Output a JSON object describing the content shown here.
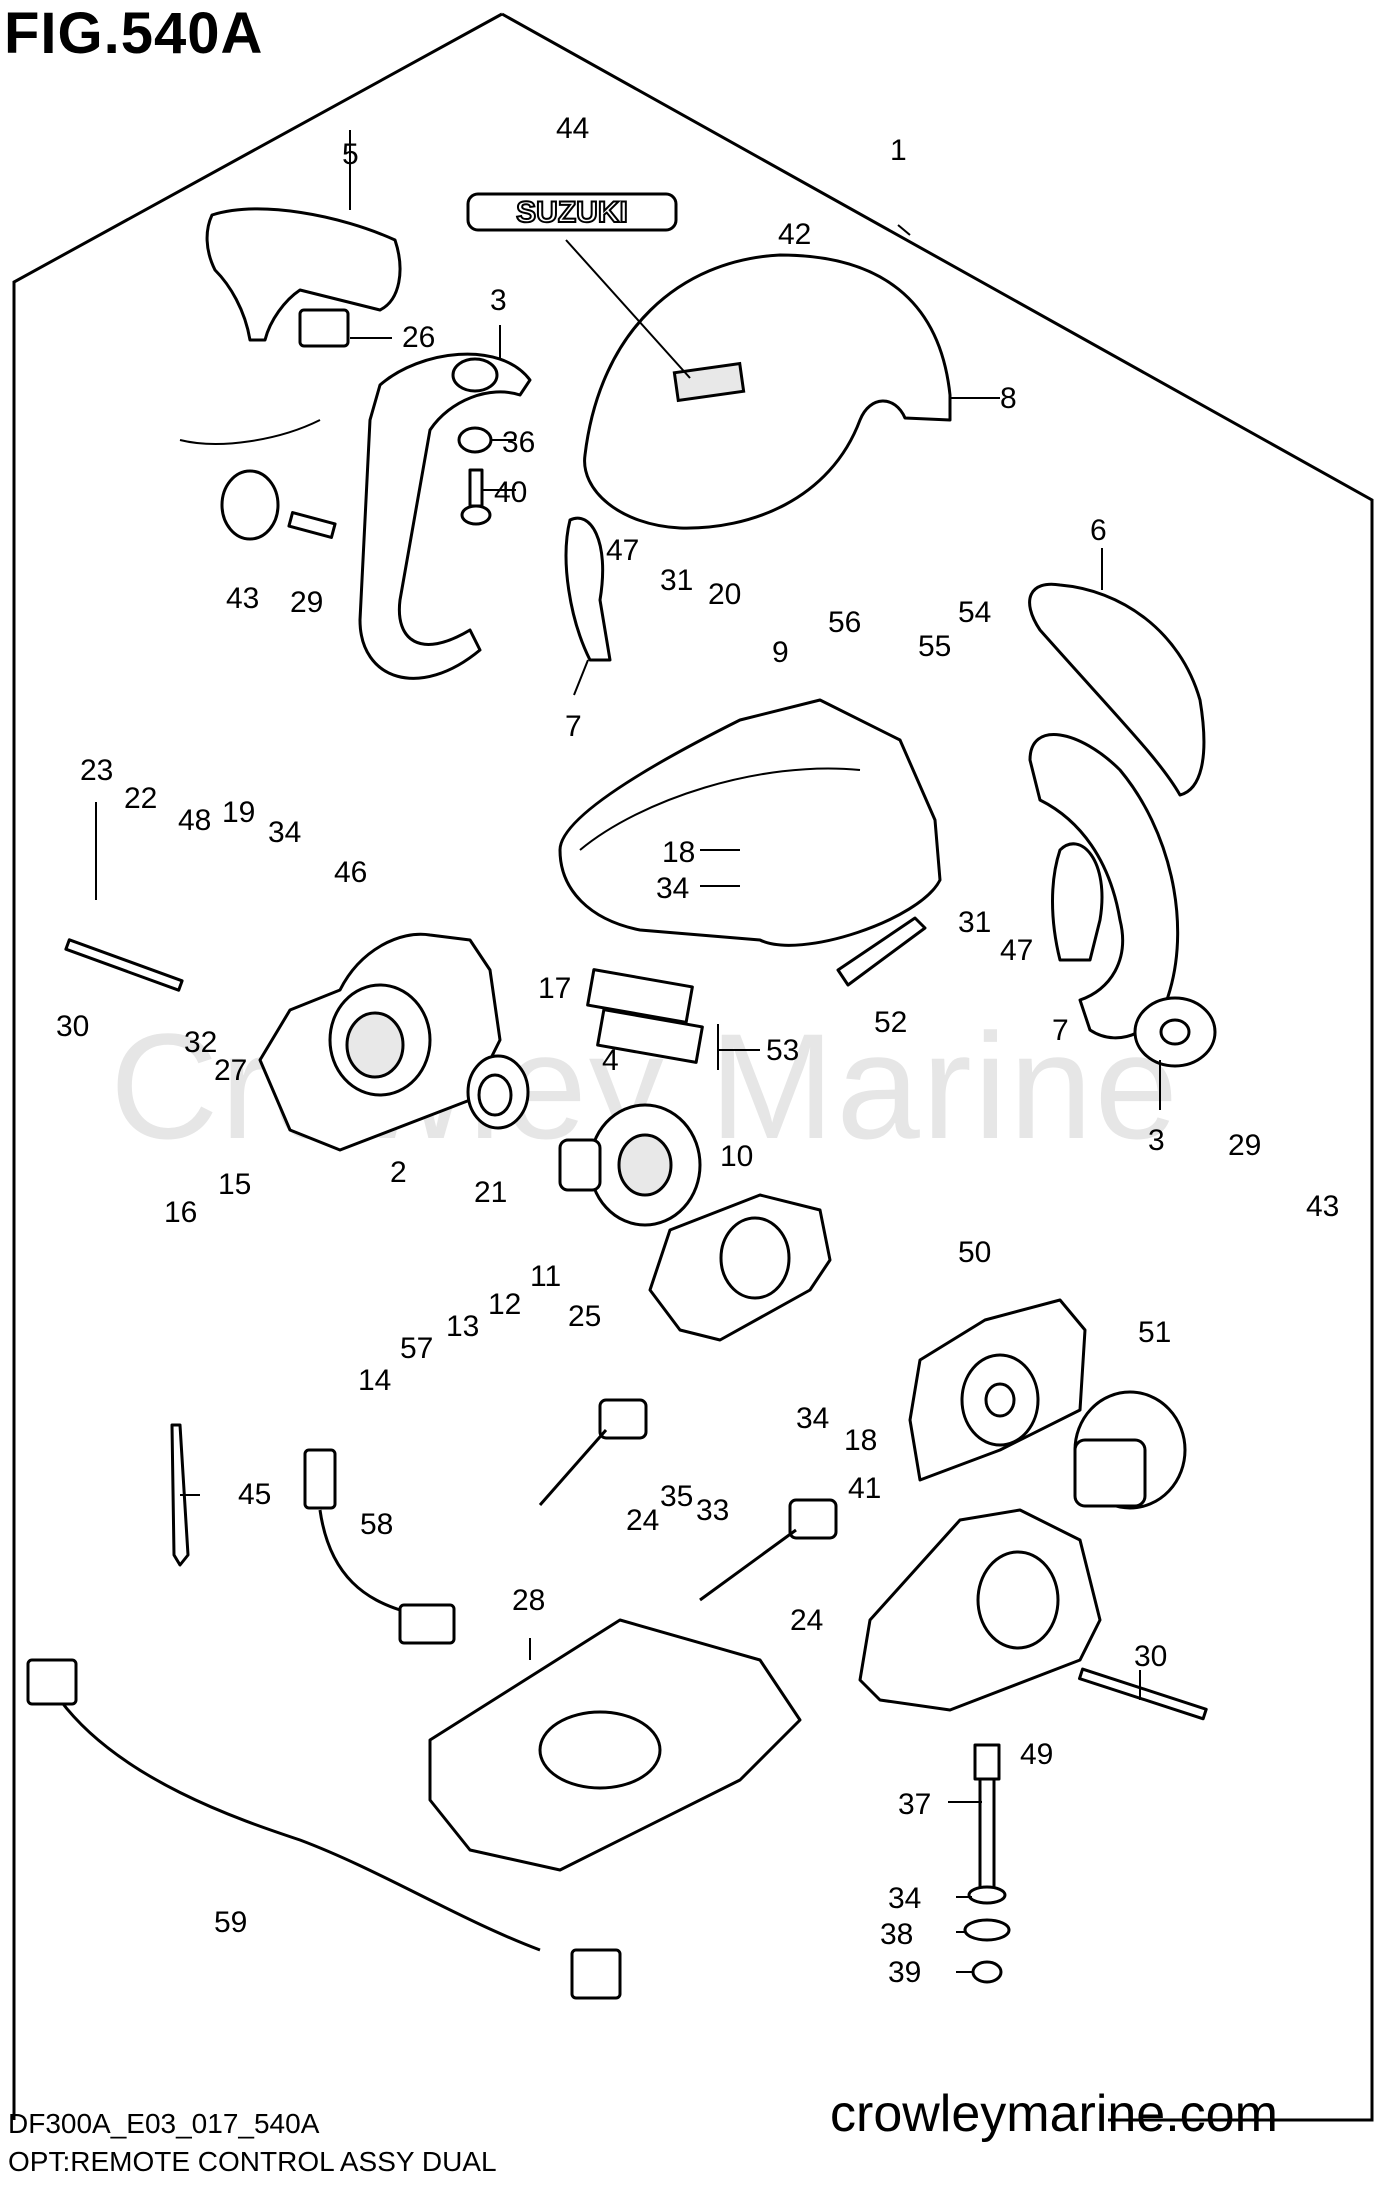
{
  "figure": {
    "title": "FIG.540A",
    "model_code": "DF300A_E03_017_540A",
    "description": "OPT:REMOTE CONTROL ASSY DUAL",
    "website": "crowleymarine.com",
    "watermark": "Crowley Marine",
    "badge_text": "SUZUKI"
  },
  "part_numbers": [
    {
      "id": "p1",
      "label": "1"
    },
    {
      "id": "p44",
      "label": "44"
    },
    {
      "id": "p5",
      "label": "5"
    },
    {
      "id": "p42",
      "label": "42"
    },
    {
      "id": "p26",
      "label": "26"
    },
    {
      "id": "p3a",
      "label": "3"
    },
    {
      "id": "p8",
      "label": "8"
    },
    {
      "id": "p36",
      "label": "36"
    },
    {
      "id": "p40",
      "label": "40"
    },
    {
      "id": "p43a",
      "label": "43"
    },
    {
      "id": "p29a",
      "label": "29"
    },
    {
      "id": "p6",
      "label": "6"
    },
    {
      "id": "p47a",
      "label": "47"
    },
    {
      "id": "p31a",
      "label": "31"
    },
    {
      "id": "p20",
      "label": "20"
    },
    {
      "id": "p56",
      "label": "56"
    },
    {
      "id": "p54",
      "label": "54"
    },
    {
      "id": "p55",
      "label": "55"
    },
    {
      "id": "p9",
      "label": "9"
    },
    {
      "id": "p7a",
      "label": "7"
    },
    {
      "id": "p23",
      "label": "23"
    },
    {
      "id": "p22",
      "label": "22"
    },
    {
      "id": "p48",
      "label": "48"
    },
    {
      "id": "p19",
      "label": "19"
    },
    {
      "id": "p34a",
      "label": "34"
    },
    {
      "id": "p46",
      "label": "46"
    },
    {
      "id": "p18a",
      "label": "18"
    },
    {
      "id": "p34b",
      "label": "34"
    },
    {
      "id": "p31b",
      "label": "31"
    },
    {
      "id": "p47b",
      "label": "47"
    },
    {
      "id": "p52",
      "label": "52"
    },
    {
      "id": "p7b",
      "label": "7"
    },
    {
      "id": "p30a",
      "label": "30"
    },
    {
      "id": "p32",
      "label": "32"
    },
    {
      "id": "p27",
      "label": "27"
    },
    {
      "id": "p17",
      "label": "17"
    },
    {
      "id": "p53",
      "label": "53"
    },
    {
      "id": "p4",
      "label": "4"
    },
    {
      "id": "p3b",
      "label": "3"
    },
    {
      "id": "p29b",
      "label": "29"
    },
    {
      "id": "p16",
      "label": "16"
    },
    {
      "id": "p15",
      "label": "15"
    },
    {
      "id": "p2",
      "label": "2"
    },
    {
      "id": "p21",
      "label": "21"
    },
    {
      "id": "p10",
      "label": "10"
    },
    {
      "id": "p43b",
      "label": "43"
    },
    {
      "id": "p11",
      "label": "11"
    },
    {
      "id": "p12",
      "label": "12"
    },
    {
      "id": "p13",
      "label": "13"
    },
    {
      "id": "p57",
      "label": "57"
    },
    {
      "id": "p14",
      "label": "14"
    },
    {
      "id": "p25",
      "label": "25"
    },
    {
      "id": "p50",
      "label": "50"
    },
    {
      "id": "p51",
      "label": "51"
    },
    {
      "id": "p34c",
      "label": "34"
    },
    {
      "id": "p18b",
      "label": "18"
    },
    {
      "id": "p45",
      "label": "45"
    },
    {
      "id": "p35",
      "label": "35"
    },
    {
      "id": "p33",
      "label": "33"
    },
    {
      "id": "p24a",
      "label": "24"
    },
    {
      "id": "p41",
      "label": "41"
    },
    {
      "id": "p58",
      "label": "58"
    },
    {
      "id": "p24b",
      "label": "24"
    },
    {
      "id": "p28",
      "label": "28"
    },
    {
      "id": "p30b",
      "label": "30"
    },
    {
      "id": "p49",
      "label": "49"
    },
    {
      "id": "p37",
      "label": "37"
    },
    {
      "id": "p59",
      "label": "59"
    },
    {
      "id": "p34d",
      "label": "34"
    },
    {
      "id": "p38",
      "label": "38"
    },
    {
      "id": "p39",
      "label": "39"
    }
  ]
}
